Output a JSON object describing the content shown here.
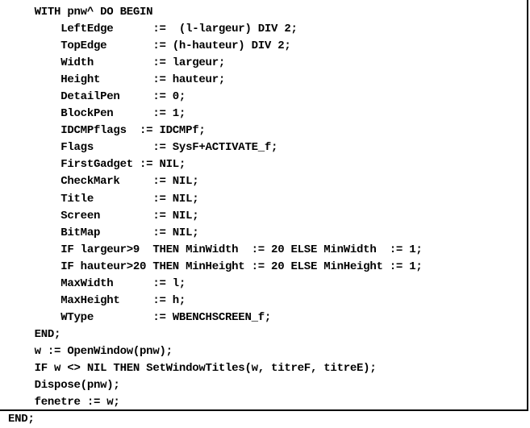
{
  "code": {
    "lines": [
      "    WITH pnw^ DO BEGIN",
      "        LeftEdge      :=  (l-largeur) DIV 2;",
      "        TopEdge       := (h-hauteur) DIV 2;",
      "        Width         := largeur;",
      "        Height        := hauteur;",
      "        DetailPen     := 0;",
      "        BlockPen      := 1;",
      "        IDCMPflags  := IDCMPf;",
      "        Flags         := SysF+ACTIVATE_f;",
      "        FirstGadget := NIL;",
      "        CheckMark     := NIL;",
      "        Title         := NIL;",
      "        Screen        := NIL;",
      "        BitMap        := NIL;",
      "        IF largeur>9  THEN MinWidth  := 20 ELSE MinWidth  := 1;",
      "        IF hauteur>20 THEN MinHeight := 20 ELSE MinHeight := 1;",
      "        MaxWidth      := l;",
      "        MaxHeight     := h;",
      "        WType         := WBENCHSCREEN_f;",
      "    END;",
      "    w := OpenWindow(pnw);",
      "    IF w <> NIL THEN SetWindowTitles(w, titreF, titreE);",
      "    Dispose(pnw);",
      "    fenetre := w;",
      "END;"
    ]
  }
}
